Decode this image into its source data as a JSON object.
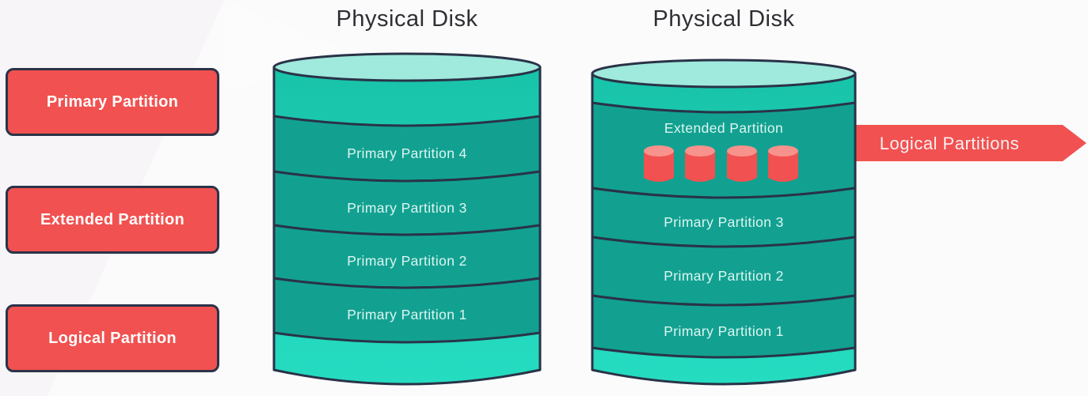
{
  "figure": {
    "background_color": "#f7f5f8",
    "legend": {
      "items": [
        {
          "label": "Primary Partition"
        },
        {
          "label": "Extended Partition"
        },
        {
          "label": "Logical Partition"
        }
      ]
    },
    "disk_left": {
      "title": "Physical Disk",
      "partitions": [
        "Primary Partition 4",
        "Primary Partition 3",
        "Primary Partition 2",
        "Primary Partition 1"
      ]
    },
    "disk_right": {
      "title": "Physical Disk",
      "extended_partition_label": "Extended Partition",
      "logical_partition_count": 4,
      "partitions": [
        "Primary Partition 3",
        "Primary Partition 2",
        "Primary Partition 1"
      ]
    },
    "arrow": {
      "label": "Logical Partitions"
    },
    "colors": {
      "red": "#f15150",
      "red_cylinder_top": "#f7928c",
      "teal_band_top": "#18c3a9",
      "teal_band_bottom": "#25dcc1",
      "teal_partition": "#12a191",
      "teal_disk_top_face": "#a0e9dd",
      "outline_navy": "#293347",
      "legend_text": "#fffdfd",
      "partition_text": "#dcf5f1",
      "title_text": "#2f2f34"
    }
  }
}
